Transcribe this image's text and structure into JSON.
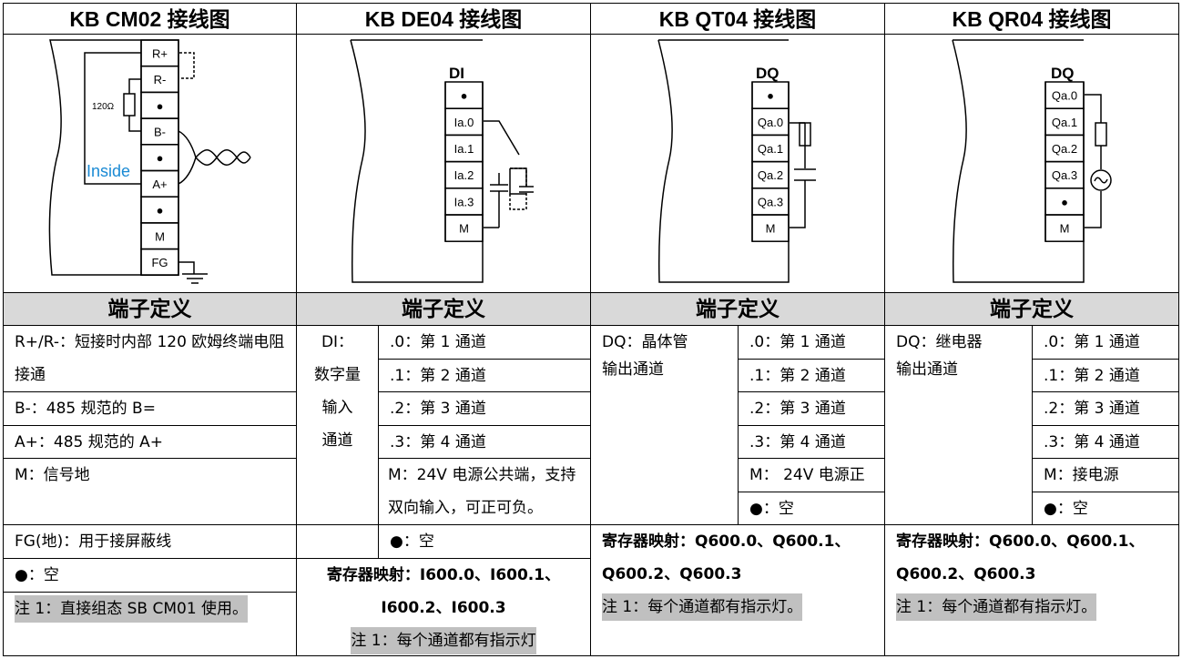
{
  "columns": [
    {
      "title": "KB CM02 接线图",
      "section": "端子定义",
      "terminals": [
        "R+",
        "R-",
        "●",
        "B-",
        "●",
        "A+",
        "●",
        "M",
        "FG"
      ],
      "resistor": "120Ω",
      "inside": "Inside",
      "rows": [
        "R+/R-：短接时内部 120 欧姆终端电阻接通",
        "B-：485 规范的 B=",
        "A+：485 规范的 A+",
        "M：信号地",
        "FG(地)：用于接屏蔽线",
        "●：空"
      ],
      "note": "注 1：直接组态 SB CM01 使用。"
    },
    {
      "title": "KB DE04 接线图",
      "section": "端子定义",
      "group": "DI",
      "terminals": [
        "●",
        "Ia.0",
        "Ia.1",
        "Ia.2",
        "Ia.3",
        "M"
      ],
      "label_lines": [
        "DI：",
        "数字量",
        "输入",
        "通道"
      ],
      "rows": [
        ".0：第 1 通道",
        ".1：第 2 通道",
        ".2：第 3 通道",
        ".3：第 4 通道",
        "M：24V 电源公共端，支持双向输入，可正可负。",
        "●：空"
      ],
      "register_lines": [
        "寄存器映射：I600.0、I600.1、",
        "I600.2、I600.3"
      ],
      "note": "注 1：每个通道都有指示灯"
    },
    {
      "title": "KB QT04 接线图",
      "section": "端子定义",
      "group": "DQ",
      "terminals": [
        "●",
        "Qa.0",
        "Qa.1",
        "Qa.2",
        "Qa.3",
        "M"
      ],
      "label_lines": [
        "DQ：晶体管",
        "输出通道"
      ],
      "rows": [
        ".0：第 1 通道",
        ".1：第 2 通道",
        ".2：第 3 通道",
        ".3：第 4 通道",
        "M：  24V 电源正",
        "●：空"
      ],
      "register_lines": [
        "寄存器映射：Q600.0、Q600.1、",
        "Q600.2、Q600.3"
      ],
      "note": "注 1：每个通道都有指示灯。"
    },
    {
      "title": "KB QR04 接线图",
      "section": "端子定义",
      "group": "DQ",
      "terminals": [
        "Qa.0",
        "Qa.1",
        "Qa.2",
        "Qa.3",
        "●",
        "M"
      ],
      "label_lines": [
        "DQ：继电器",
        "输出通道"
      ],
      "rows": [
        ".0：第 1 通道",
        ".1：第 2 通道",
        ".2：第 3 通道",
        ".3：第 4 通道",
        "M：接电源",
        "●：空"
      ],
      "register_lines": [
        "寄存器映射：Q600.0、Q600.1、",
        "Q600.2、Q600.3"
      ],
      "note": "注 1：每个通道都有指示灯。"
    }
  ]
}
